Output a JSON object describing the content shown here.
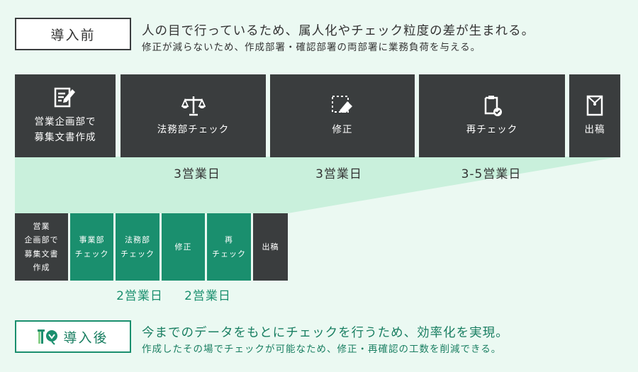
{
  "before": {
    "label": "導入前",
    "line1": "人の目で行っているため、属人化やチェック粒度の差が生まれる。",
    "line2": "修正が減らないため、作成部署・確認部署の両部署に業務負荷を与える。",
    "steps": [
      {
        "label": "営業企画部で\n募集文書作成",
        "icon": "document-edit-icon"
      },
      {
        "label": "法務部チェック",
        "icon": "scales-icon"
      },
      {
        "label": "修正",
        "icon": "eraser-icon"
      },
      {
        "label": "再チェック",
        "icon": "clipboard-check-icon"
      },
      {
        "label": "出稿",
        "icon": "envelope-icon"
      }
    ],
    "durations": [
      "3営業日",
      "3営業日",
      "3-5営業日"
    ]
  },
  "after": {
    "label": "導入後",
    "line1": "今までのデータをもとにチェックを行うため、効率化を実現。",
    "line2": "作成したその場でチェックが可能なため、修正・再確認の工数を削減できる。",
    "steps": [
      "営業\n企画部で\n募集文書\n作成",
      "事業部\nチェック",
      "法務部\nチェック",
      "修正",
      "再\nチェック",
      "出稿"
    ],
    "durations": [
      "2営業日",
      "2営業日"
    ]
  },
  "colors": {
    "dark": "#3a3d3e",
    "green": "#1a8f6e",
    "background": "#ebf9f2",
    "band": "#c9f0dc"
  }
}
